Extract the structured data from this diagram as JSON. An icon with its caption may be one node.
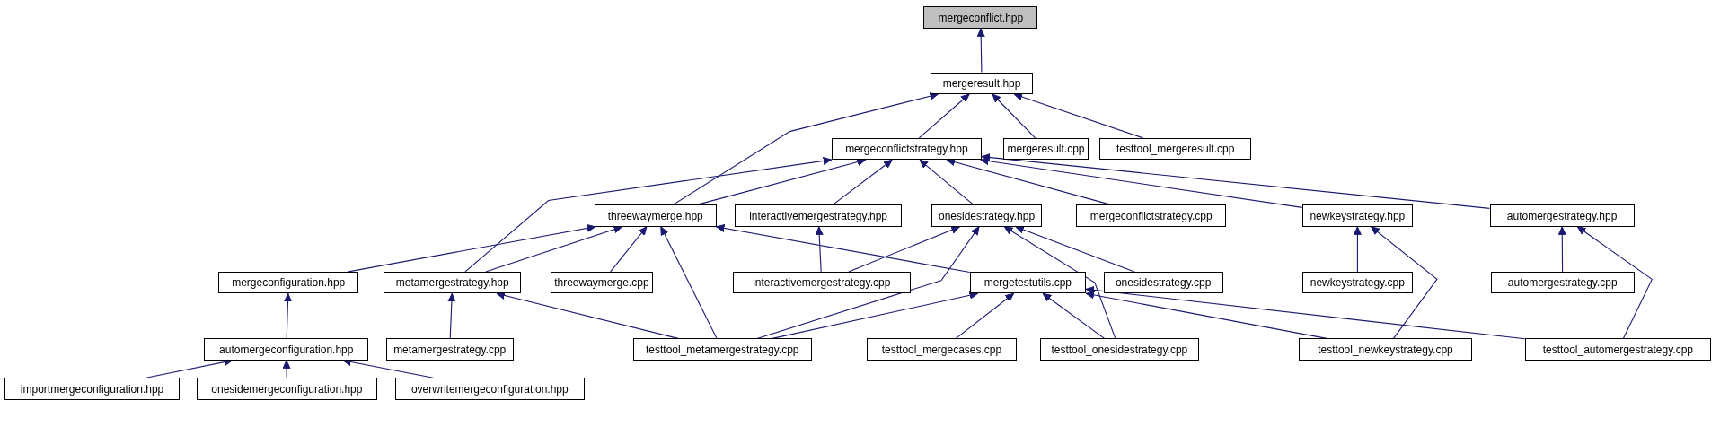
{
  "diagram": {
    "nodes": [
      {
        "text": [
          "mergeconflict.hpp"
        ]
      },
      {
        "text": [
          "mergeresult.hpp"
        ]
      },
      {
        "text": [
          "mergeconflictstrategy.hpp"
        ]
      },
      {
        "text": [
          "mergeresult.cpp"
        ]
      },
      {
        "text": [
          "testtool_mergeresult.cpp"
        ]
      },
      {
        "text": [
          "threewaymerge.hpp"
        ]
      },
      {
        "text": [
          "interactivemergestrategy.hpp"
        ]
      },
      {
        "text": [
          "onesidestrategy.hpp"
        ]
      },
      {
        "text": [
          "mergeconflictstrategy.cpp"
        ]
      },
      {
        "text": [
          "newkeystrategy.hpp"
        ]
      },
      {
        "text": [
          "automergestrategy.hpp"
        ]
      },
      {
        "text": [
          "mergeconfiguration.hpp"
        ]
      },
      {
        "text": [
          "metamergestrategy.hpp"
        ]
      },
      {
        "text": [
          "threewaymerge.cpp"
        ]
      },
      {
        "text": [
          "interactivemergestrategy.cpp"
        ]
      },
      {
        "text": [
          "mergetestutils.cpp"
        ]
      },
      {
        "text": [
          "onesidestrategy.cpp"
        ]
      },
      {
        "text": [
          "newkeystrategy.cpp"
        ]
      },
      {
        "text": [
          "automergestrategy.cpp"
        ]
      },
      {
        "text": [
          "automergeconfiguration.hpp"
        ]
      },
      {
        "text": [
          "metamergestrategy.cpp"
        ]
      },
      {
        "text": [
          "testtool_metamergestrategy.cpp"
        ]
      },
      {
        "text": [
          "testtool_mergecases.cpp"
        ]
      },
      {
        "text": [
          "testtool_onesidestrategy.cpp"
        ]
      },
      {
        "text": [
          "testtool_newkeystrategy.cpp"
        ]
      },
      {
        "text": [
          "testtool_automergestrategy.cpp"
        ]
      },
      {
        "text": [
          "importmergeconfiguration.hpp"
        ]
      },
      {
        "text": [
          "onesidemergeconfiguration.hpp"
        ]
      },
      {
        "text": [
          "overwritemergeconfiguration.hpp"
        ]
      }
    ],
    "edges": [
      {
        "from": 1,
        "to": 0,
        "arrow": "to"
      },
      {
        "from": 2,
        "to": 1,
        "arrow": "to"
      },
      {
        "from": 3,
        "to": 1,
        "arrow": "to"
      },
      {
        "from": 4,
        "to": 1,
        "arrow": "to"
      },
      {
        "from": 5,
        "to": 1,
        "arrow": "to"
      },
      {
        "from": 5,
        "to": 2,
        "arrow": "to"
      },
      {
        "from": 6,
        "to": 2,
        "arrow": "to"
      },
      {
        "from": 7,
        "to": 2,
        "arrow": "to"
      },
      {
        "from": 8,
        "to": 2,
        "arrow": "to"
      },
      {
        "from": 9,
        "to": 2,
        "arrow": "to"
      },
      {
        "from": 10,
        "to": 2,
        "arrow": "to"
      },
      {
        "from": 12,
        "to": 2,
        "arrow": "to"
      },
      {
        "from": 11,
        "to": 5,
        "arrow": "to"
      },
      {
        "from": 12,
        "to": 5,
        "arrow": "to"
      },
      {
        "from": 13,
        "to": 5,
        "arrow": "to"
      },
      {
        "from": 21,
        "to": 5,
        "arrow": "to"
      },
      {
        "from": 15,
        "to": 5,
        "arrow": "to"
      },
      {
        "from": 14,
        "to": 6,
        "arrow": "to"
      },
      {
        "from": 14,
        "to": 7,
        "arrow": "to"
      },
      {
        "from": 21,
        "to": 7,
        "arrow": "to"
      },
      {
        "from": 23,
        "to": 7,
        "arrow": "to"
      },
      {
        "from": 16,
        "to": 7,
        "arrow": "to"
      },
      {
        "from": 17,
        "to": 9,
        "arrow": "to"
      },
      {
        "from": 24,
        "to": 9,
        "arrow": "to"
      },
      {
        "from": 18,
        "to": 10,
        "arrow": "to"
      },
      {
        "from": 25,
        "to": 10,
        "arrow": "to"
      },
      {
        "from": 19,
        "to": 11,
        "arrow": "to"
      },
      {
        "from": 20,
        "to": 12,
        "arrow": "to"
      },
      {
        "from": 21,
        "to": 12,
        "arrow": "to"
      },
      {
        "from": 21,
        "to": 15,
        "arrow": "to"
      },
      {
        "from": 22,
        "to": 15,
        "arrow": "to"
      },
      {
        "from": 23,
        "to": 15,
        "arrow": "to"
      },
      {
        "from": 24,
        "to": 15,
        "arrow": "to"
      },
      {
        "from": 25,
        "to": 15,
        "arrow": "to"
      },
      {
        "from": 26,
        "to": 19,
        "arrow": "to"
      },
      {
        "from": 27,
        "to": 19,
        "arrow": "to"
      },
      {
        "from": 28,
        "to": 19,
        "arrow": "to"
      }
    ]
  }
}
